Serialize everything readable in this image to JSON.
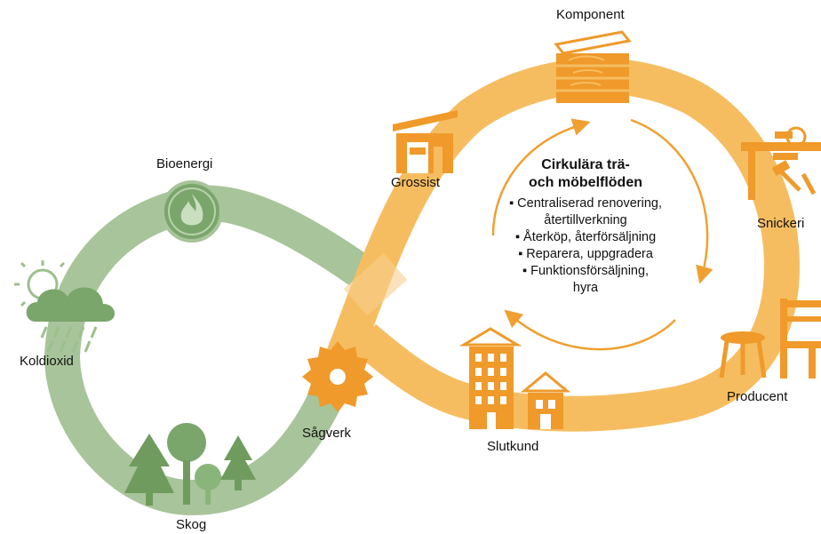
{
  "labels": {
    "komponent": "Komponent",
    "grossist": "Grossist",
    "snickeri": "Snickeri",
    "bioenergi": "Bioenergi",
    "koldioxid": "Koldioxid",
    "sagverk": "Sågverk",
    "slutkund": "Slutkund",
    "producent": "Producent",
    "skog": "Skog"
  },
  "center": {
    "title_line1": "Cirkulära trä-",
    "title_line2": "och möbelflöden",
    "items": [
      "▪ Centraliserad renovering,",
      "återtillverkning",
      "▪ Återköp, återförsäljning",
      "▪ Reparera, uppgradera",
      "▪ Funktionsförsäljning,",
      "hyra"
    ]
  },
  "colors": {
    "green_loop": "#a8c49a",
    "green_icon": "#6f9c5e",
    "orange_loop": "#f6bd60",
    "orange_icon": "#ef9a2a",
    "orange_dark": "#e8891c"
  }
}
